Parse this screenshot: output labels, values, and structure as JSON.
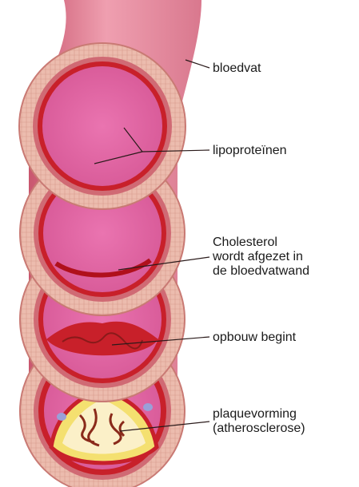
{
  "labels": {
    "vessel": "bloedvat",
    "lipoproteins": "lipoproteïnen",
    "cholesterol": [
      "Cholesterol",
      "wordt afgezet in",
      "de bloedvatwand"
    ],
    "buildup": "opbouw begint",
    "plaque": [
      "plaquevorming",
      "(atherosclerose)"
    ]
  },
  "colors": {
    "vessel_pink": "#e89aa8",
    "lumen_pink": "#e060a0",
    "wall_tan": "#e8b8a8",
    "wall_red": "#c8202a",
    "plaque_yellow": "#f4e070",
    "plaque_cream": "#fbf0c8",
    "deposit_blue": "#9aa0d8"
  }
}
